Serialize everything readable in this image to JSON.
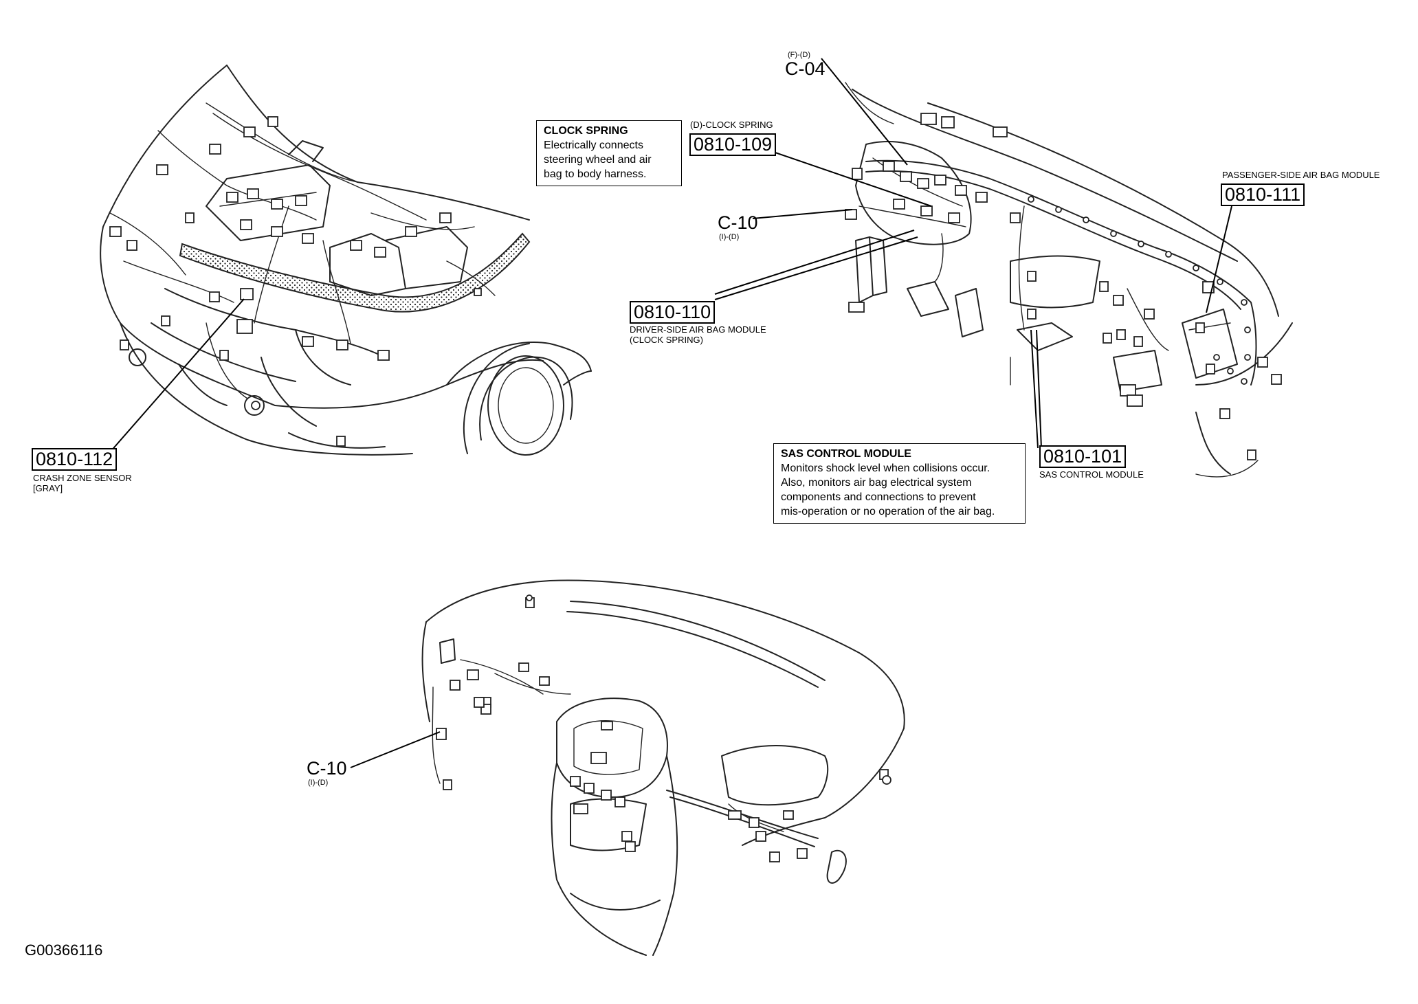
{
  "labels": {
    "crash_sensor": {
      "code": "0810-112",
      "caption_line1": "CRASH ZONE SENSOR",
      "caption_line2": "[GRAY]"
    },
    "clock_spring_connector": {
      "code": "0810-109",
      "caption": "(D)-CLOCK SPRING"
    },
    "driver_airbag": {
      "code": "0810-110",
      "caption_line1": "DRIVER-SIDE AIR BAG MODULE",
      "caption_line2": "(CLOCK SPRING)"
    },
    "passenger_airbag": {
      "code": "0810-111",
      "caption": "PASSENGER-SIDE AIR BAG MODULE"
    },
    "sas_module": {
      "code": "0810-101",
      "caption": "SAS CONTROL MODULE"
    },
    "c04": {
      "name": "C-04",
      "sub": "(F)-(D)"
    },
    "c10_upper": {
      "name": "C-10",
      "sub": "(I)-(D)"
    },
    "c10_lower": {
      "name": "C-10",
      "sub": "(I)-(D)"
    }
  },
  "notes": {
    "clock_spring": {
      "title": "CLOCK SPRING",
      "body": "Electrically connects\nsteering wheel and air\nbag to body harness."
    },
    "sas_control": {
      "title": "SAS CONTROL MODULE",
      "body": "Monitors shock level when collisions occur.\nAlso, monitors air bag electrical system\ncomponents and connections to prevent\nmis-operation or no operation of the air bag."
    }
  },
  "figure_id": "G00366116"
}
